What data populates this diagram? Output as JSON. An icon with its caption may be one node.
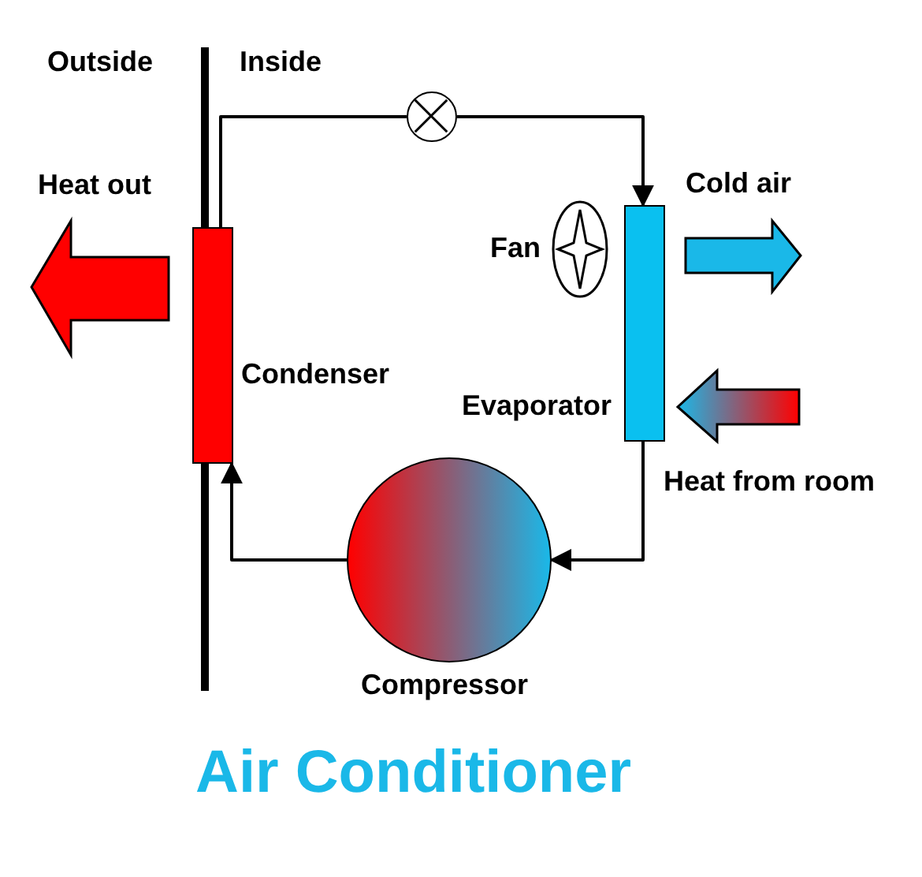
{
  "diagram": {
    "title": "Air Conditioner",
    "nodes": [
      {
        "text": [],
        "shape": "bar",
        "beside": [
          "Condenser"
        ]
      },
      {
        "text": [],
        "shape": "circle"
      },
      {
        "text": [],
        "shape": "bar",
        "beside": [
          "Evaporator"
        ]
      },
      {
        "text": [],
        "shape": "circle",
        "beside": [
          "Compressor"
        ]
      }
    ],
    "edges": [
      {
        "from": 0,
        "to": 1,
        "arrow": "none"
      },
      {
        "from": 1,
        "to": 2,
        "arrow": "to"
      },
      {
        "from": 2,
        "to": 3,
        "arrow": "to"
      },
      {
        "from": 3,
        "to": 0,
        "arrow": "to"
      }
    ],
    "labels": [
      "Outside",
      "Inside",
      "Heat out",
      "Cold air",
      "Fan",
      "Heat from room"
    ]
  }
}
